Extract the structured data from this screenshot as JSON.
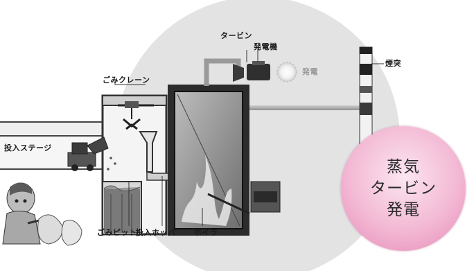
{
  "labels": {
    "turbine": "タービン",
    "generator": "発電機",
    "power_generation": "発電",
    "chimney": "煙突",
    "crane": "ごみクレーン",
    "input_stage": "投入ステージ",
    "waste_pit": "ごみピット",
    "input_hopper": "投入ホッパ",
    "boiler": "ボイラ"
  },
  "badge": {
    "line1": "蒸気",
    "line2": "タービン",
    "line3": "発電"
  },
  "colors": {
    "badge_pink": "#f3b9d4",
    "background_circle": "#e3e3e3"
  }
}
